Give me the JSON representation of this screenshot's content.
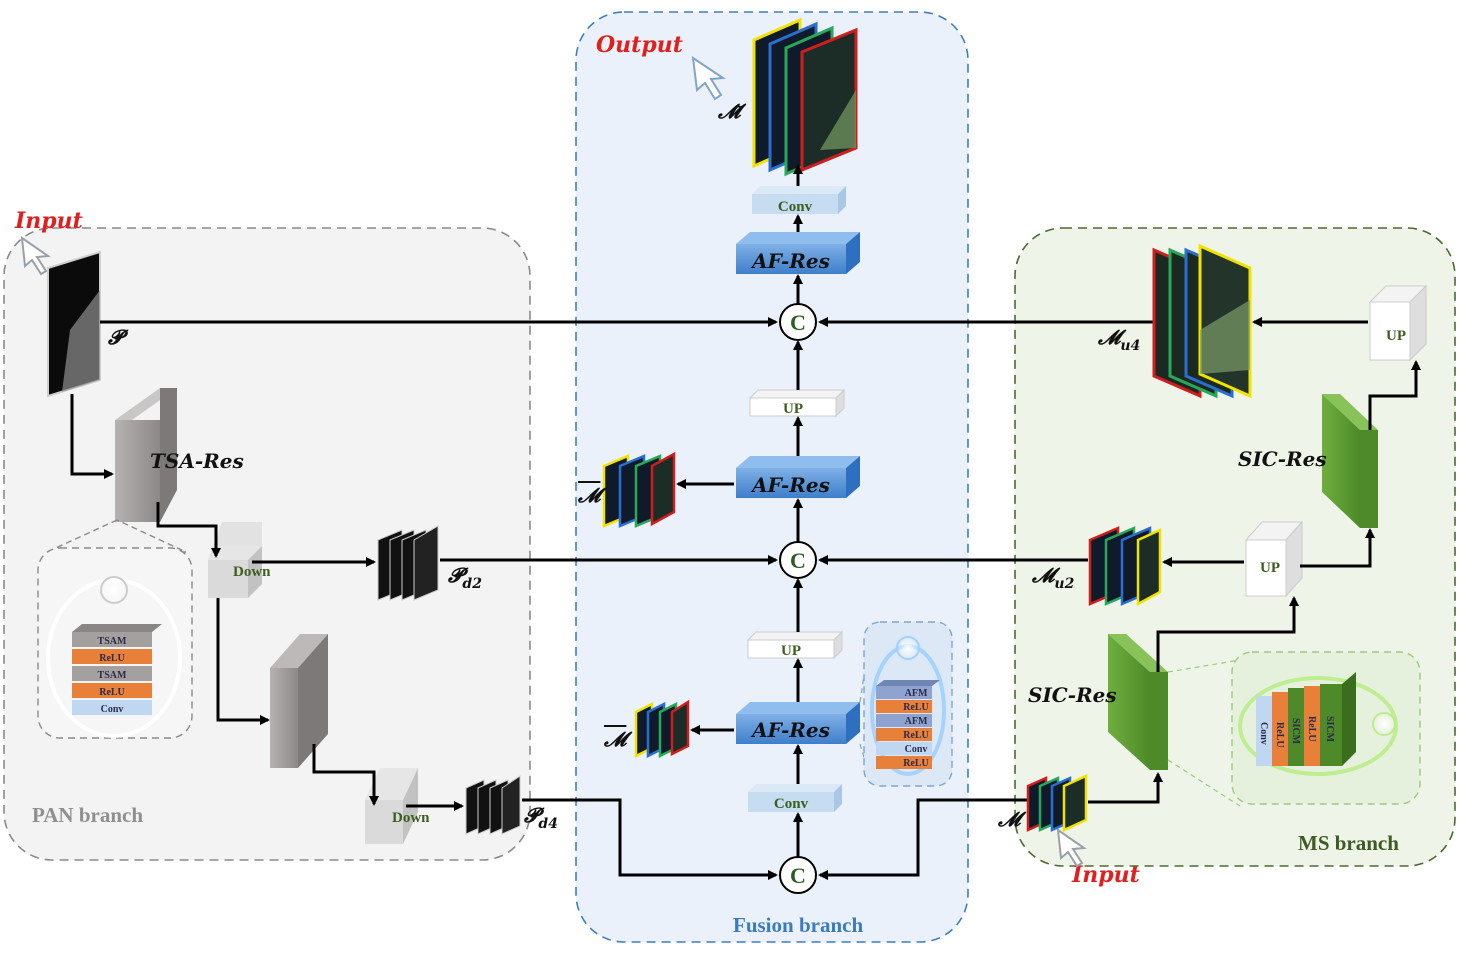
{
  "labels": {
    "input_pan": "Input",
    "input_ms": "Input",
    "output": "Output",
    "pan_branch": "PAN branch",
    "ms_branch": "MS branch",
    "fusion_branch": "Fusion branch"
  },
  "blocks": {
    "tsa_res": "TSA-Res",
    "sic_res_top": "SIC-Res",
    "sic_res_bottom": "SIC-Res",
    "af_res_top": "AF-Res",
    "af_res_mid": "AF-Res",
    "af_res_bottom": "AF-Res",
    "conv_top": "Conv",
    "conv_bottom": "Conv",
    "up_top": "UP",
    "up_mid": "UP",
    "up_ms_top": "UP",
    "up_ms_mid": "UP",
    "down_1": "Down",
    "down_2": "Down",
    "concat": "C"
  },
  "variables": {
    "p": "𝓟",
    "pd2": "𝓟",
    "pd2_sub": "d2",
    "pd4": "𝓟",
    "pd4_sub": "d4",
    "m": "𝓜",
    "mu2": "𝓜",
    "mu2_sub": "u2",
    "mu4": "𝓜",
    "mu4_sub": "u4",
    "m_tilde": "𝓜̃",
    "m_dbar": "𝓜",
    "m_bar": "𝓜"
  },
  "insets": {
    "tsa_layers": [
      "TSAM",
      "ReLU",
      "TSAM",
      "ReLU",
      "Conv"
    ],
    "af_layers": [
      "AFM",
      "ReLU",
      "AFM",
      "ReLU",
      "Conv",
      "ReLU"
    ],
    "sic_layers": [
      "Conv",
      "ReLU",
      "SICM",
      "ReLU",
      "SICM"
    ]
  },
  "colors": {
    "pan_bg": "#f3f3f3",
    "fusion_bg": "#eaf1fa",
    "ms_bg": "#eef5e8",
    "pan_border": "#8a8a8a",
    "fusion_border": "#3d7ec4",
    "ms_border": "#4a6b30",
    "af_blue": "#4a8ad0",
    "sic_green": "#6aa63a",
    "tsa_gray": "#9a9595",
    "orange": "#e8803a"
  }
}
